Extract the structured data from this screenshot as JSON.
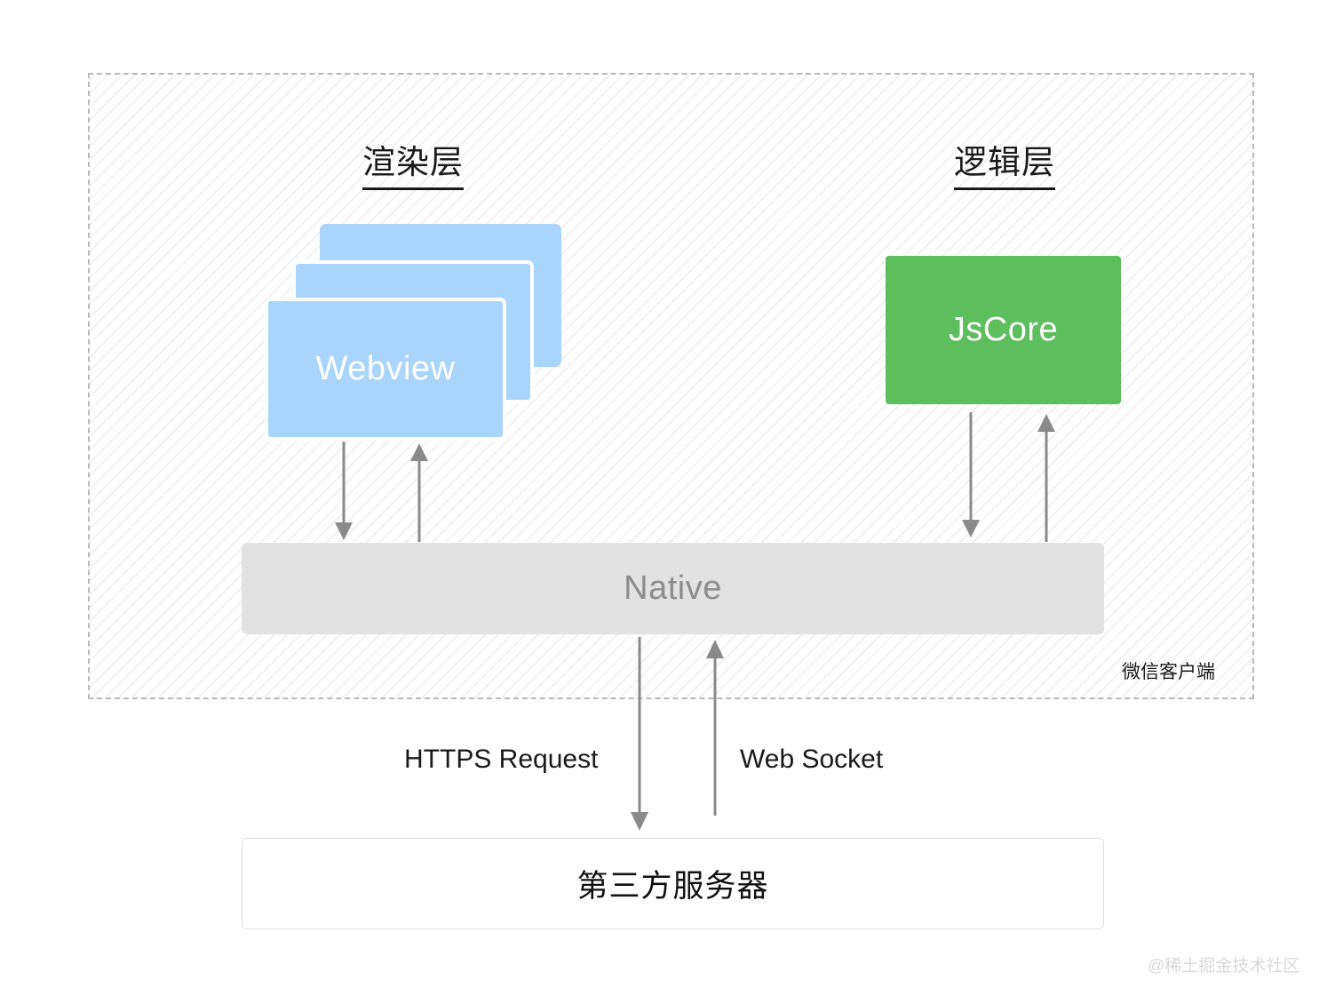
{
  "diagram": {
    "container": {
      "caption": "微信客户端"
    },
    "columns": [
      {
        "id": "render",
        "title": "渲染层"
      },
      {
        "id": "logic",
        "title": "逻辑层"
      }
    ],
    "nodes": {
      "webview": {
        "label": "Webview",
        "stack_count": 3,
        "color": "#a9d4fb"
      },
      "jscore": {
        "label": "JsCore",
        "color": "#5cbe5c"
      },
      "native": {
        "label": "Native",
        "color": "#e2e2e2",
        "text_color": "#8d8d8d"
      },
      "server": {
        "label": "第三方服务器",
        "color": "#ffffff",
        "border_color": "#e0e0e0"
      }
    },
    "connectors": [
      {
        "id": "webview-to-native",
        "direction": "down",
        "label": ""
      },
      {
        "id": "native-to-webview",
        "direction": "up",
        "label": ""
      },
      {
        "id": "jscore-to-native",
        "direction": "down",
        "label": ""
      },
      {
        "id": "native-to-jscore",
        "direction": "up",
        "label": ""
      },
      {
        "id": "native-to-server",
        "direction": "down",
        "label": "HTTPS Request"
      },
      {
        "id": "server-to-native",
        "direction": "up",
        "label": "Web Socket"
      }
    ],
    "arrow_color": "#8a8a8a",
    "hatch_color": "#ededed",
    "dash_border_color": "#b9b9b9",
    "watermark": "@稀土掘金技术社区"
  }
}
